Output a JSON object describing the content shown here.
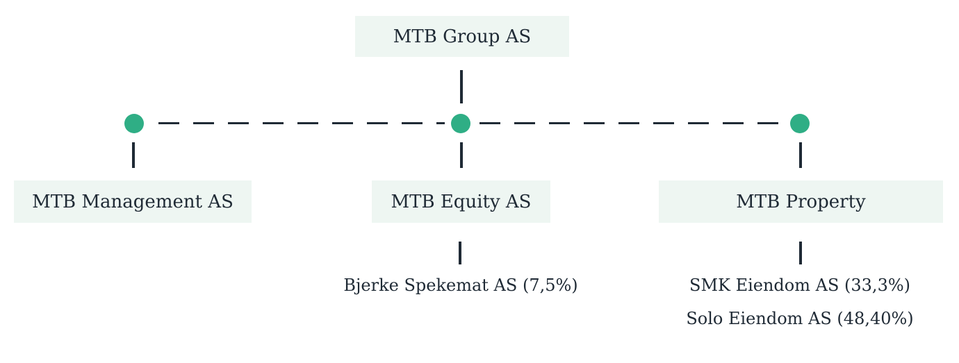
{
  "org": {
    "root": {
      "label": "MTB Group AS"
    },
    "children": [
      {
        "label": "MTB Management AS",
        "holdings": []
      },
      {
        "label": "MTB Equity AS",
        "holdings": [
          "Bjerke Spekemat AS (7,5%)"
        ]
      },
      {
        "label": "MTB Property",
        "holdings": [
          "SMK Eiendom AS (33,3%)",
          "Solo Eiendom AS (48,40%)"
        ]
      }
    ]
  },
  "colors": {
    "node_fill": "#eef6f2",
    "connector": "#1f2a35",
    "junction_dot": "#2fae85"
  }
}
